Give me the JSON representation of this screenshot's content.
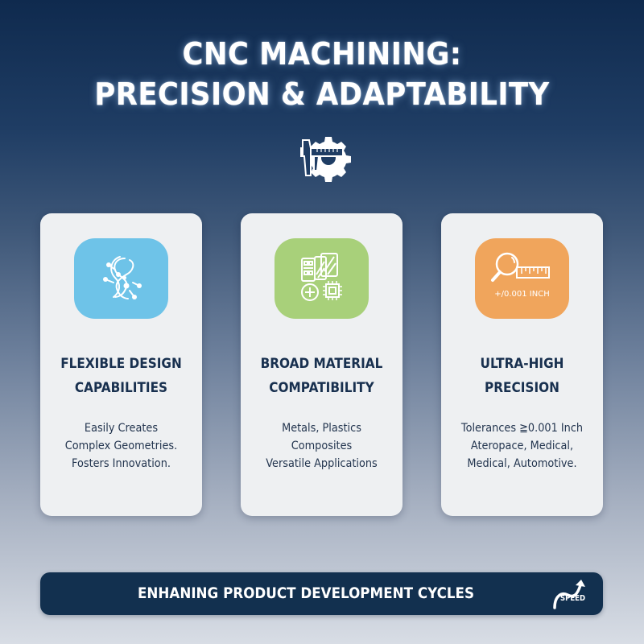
{
  "header": {
    "title_line1": "CNC MACHINING:",
    "title_line2": "PRECISION & ADAPTABILITY",
    "icon": "caliper-gear-icon"
  },
  "colors": {
    "background_top": "#0f2a4e",
    "background_bottom": "#d8dde5",
    "card_bg": "#eef0f2",
    "text_dark": "#18304f",
    "blue_accent": "#6ec3e8",
    "green_accent": "#a8d07a",
    "orange_accent": "#f0a55c",
    "banner_bg": "#12304f"
  },
  "cards": [
    {
      "icon": "circuit-flow-icon",
      "icon_color": "#6ec3e8",
      "title_line1": "FLEXIBLE DESIGN",
      "title_line2": "CAPABILITIES",
      "desc": [
        "Easily Creates",
        "Complex Geometries.",
        "Fosters Innovation."
      ]
    },
    {
      "icon": "materials-chip-icon",
      "icon_color": "#a8d07a",
      "title_line1": "BROAD MATERIAL",
      "title_line2": "COMPATIBILITY",
      "desc": [
        "Metals, Plastics",
        "Composites",
        "Versatile Applications"
      ]
    },
    {
      "icon": "magnifier-ruler-icon",
      "icon_color": "#f0a55c",
      "icon_label": "+/0.001 INCH",
      "title_line1": "ULTRA-HIGH",
      "title_line2": "PRECISION",
      "desc": [
        "Tolerances ≧0.001 Inch",
        "Ateropace, Medical,",
        "Medical, Automotive."
      ]
    }
  ],
  "banner": {
    "text": "ENHANING PRODUCT DEVELOPMENT CYCLES",
    "icon": "speed-arrow-icon",
    "icon_label": "SPEED"
  }
}
